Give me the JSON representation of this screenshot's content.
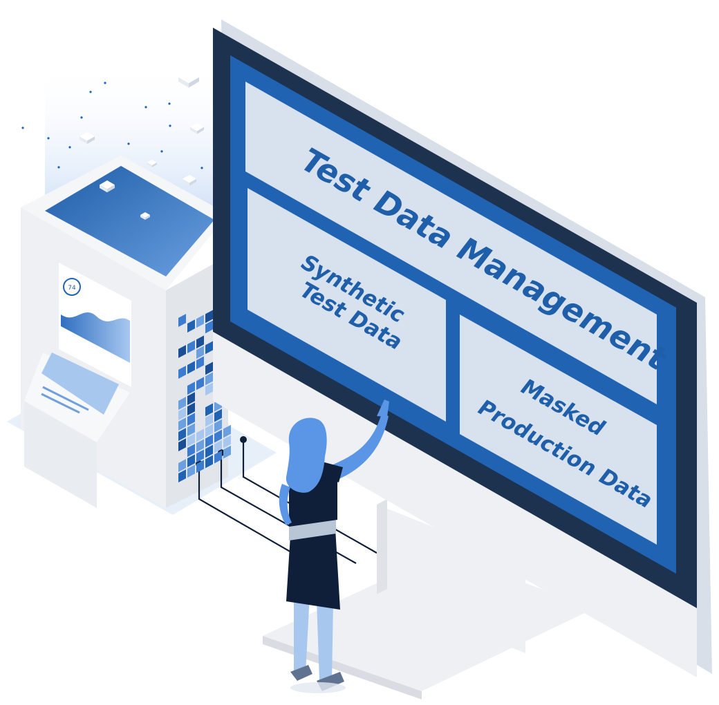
{
  "screen": {
    "title": "Test Data Management",
    "panel_left": {
      "line1": "Synthetic",
      "line2": "Test Data"
    },
    "panel_right": {
      "line1": "Masked",
      "line2": "Production Data"
    }
  },
  "machine": {
    "gauge_value": "74"
  },
  "colors": {
    "monitor_frame": "#1d324f",
    "screen_blue": "#2063b3",
    "panel_fill": "#d7e2ee",
    "text_blue": "#1f5ea8",
    "machine_white": "#eef0f3",
    "accent_light_blue": "#a7c7ef",
    "figure_hair": "#5b95e5",
    "figure_dress": "#0f1f3a"
  }
}
